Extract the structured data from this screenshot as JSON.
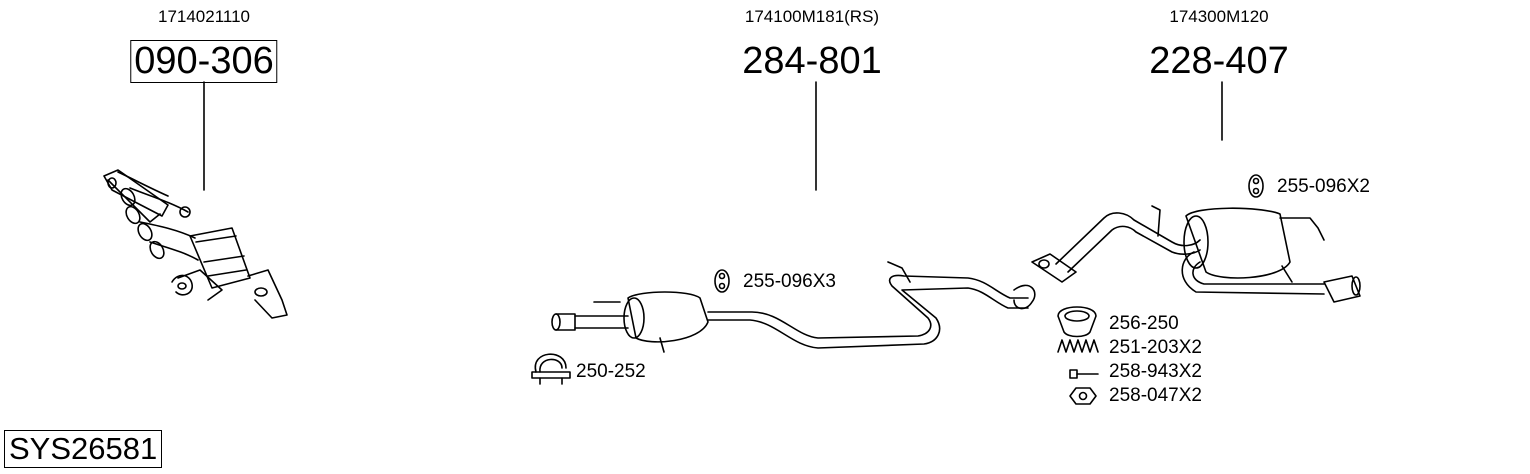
{
  "assemblies": [
    {
      "oem": "1714021110",
      "part": "090-306",
      "boxed": true
    },
    {
      "oem": "174100M181(RS)",
      "part": "284-801",
      "boxed": false
    },
    {
      "oem": "174300M120",
      "part": "228-407",
      "boxed": false
    }
  ],
  "accessories": {
    "hanger_mid": "255-096X3",
    "hanger_rear": "255-096X2",
    "clamp": "250-252",
    "gasket": "256-250",
    "spring": "251-203X2",
    "bolt": "258-943X2",
    "nut": "258-047X2"
  },
  "system_code": "SYS26581"
}
